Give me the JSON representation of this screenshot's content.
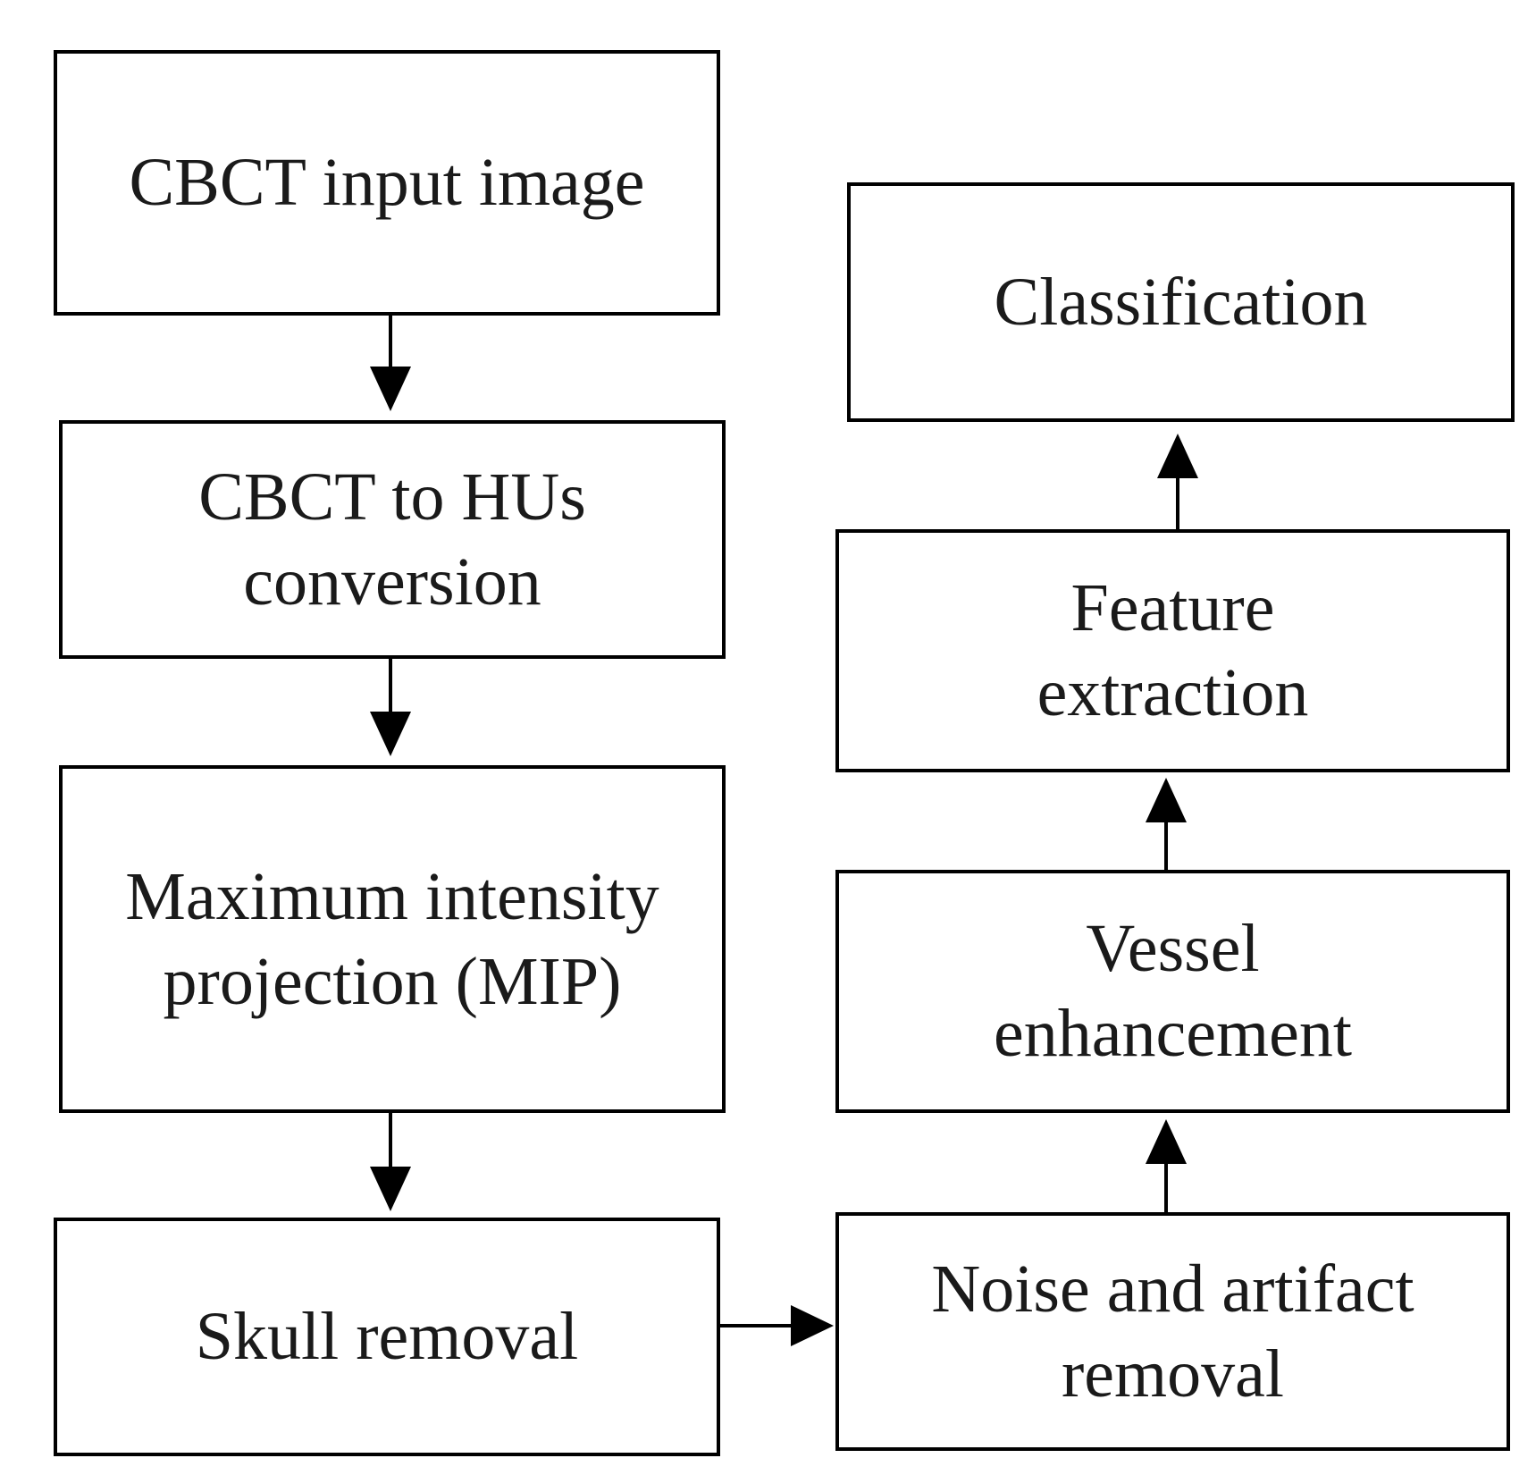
{
  "diagram": {
    "nodes": {
      "input": "CBCT input image",
      "hu": "CBCT to HUs conversion",
      "mip": "Maximum intensity projection (MIP)",
      "skull": "Skull removal",
      "noise": "Noise and artifact removal",
      "vessel": "Vessel enhancement",
      "feature": "Feature extraction",
      "classification": "Classification"
    },
    "edges": [
      {
        "from": "input",
        "to": "hu"
      },
      {
        "from": "hu",
        "to": "mip"
      },
      {
        "from": "mip",
        "to": "skull"
      },
      {
        "from": "skull",
        "to": "noise"
      },
      {
        "from": "noise",
        "to": "vessel"
      },
      {
        "from": "vessel",
        "to": "feature"
      },
      {
        "from": "feature",
        "to": "classification"
      }
    ]
  }
}
